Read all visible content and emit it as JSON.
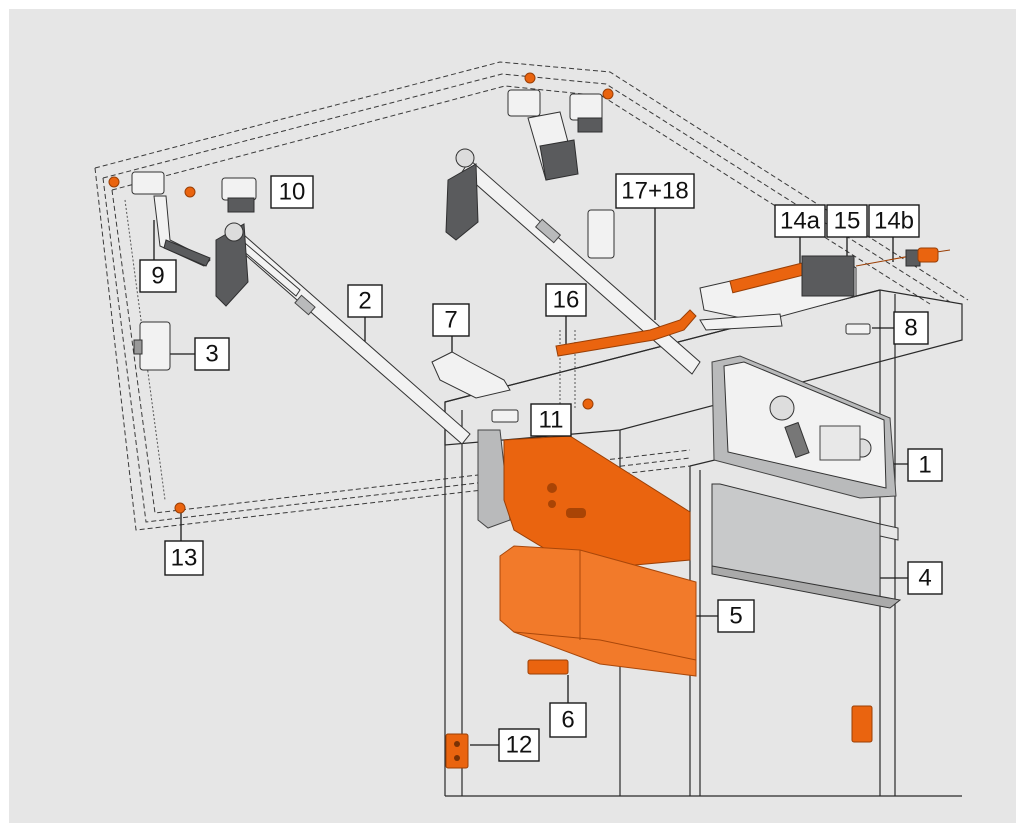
{
  "colors": {
    "background": "#e6e6e6",
    "border": "#ffffff",
    "accent_orange": "#ea640f",
    "line": "#2a2a2a"
  },
  "labels": [
    {
      "id": "1",
      "text": "1"
    },
    {
      "id": "2",
      "text": "2"
    },
    {
      "id": "3",
      "text": "3"
    },
    {
      "id": "4",
      "text": "4"
    },
    {
      "id": "5",
      "text": "5"
    },
    {
      "id": "6",
      "text": "6"
    },
    {
      "id": "7",
      "text": "7"
    },
    {
      "id": "8",
      "text": "8"
    },
    {
      "id": "9",
      "text": "9"
    },
    {
      "id": "10",
      "text": "10"
    },
    {
      "id": "11",
      "text": "11"
    },
    {
      "id": "12",
      "text": "12"
    },
    {
      "id": "13",
      "text": "13"
    },
    {
      "id": "14a",
      "text": "14a"
    },
    {
      "id": "15",
      "text": "15"
    },
    {
      "id": "14b",
      "text": "14b"
    },
    {
      "id": "16",
      "text": "16"
    },
    {
      "id": "17+18",
      "text": "17+18"
    }
  ]
}
